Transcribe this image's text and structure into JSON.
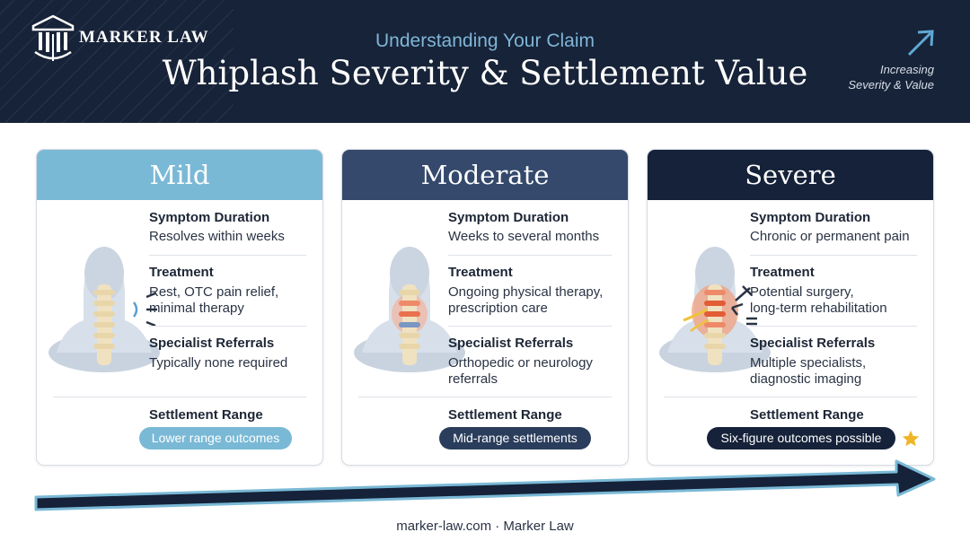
{
  "header": {
    "brand": "MARKER LAW",
    "subtitle": "Understanding Your Claim",
    "title": "Whiplash Severity & Settlement Value",
    "increasing_line1": "Increasing",
    "increasing_line2": "Severity & Value",
    "icons": [
      "pillar-logo-icon",
      "trend-arrow-icon"
    ]
  },
  "colors": {
    "header_bg": "#172338",
    "mild": "#7ab9d6",
    "moderate": "#34496b",
    "severe": "#15223a",
    "accent_star": "#f0b429"
  },
  "section_labels": {
    "duration": "Symptom Duration",
    "treatment": "Treatment",
    "referrals": "Specialist Referrals",
    "settlement": "Settlement Range"
  },
  "cards": [
    {
      "title": "Mild",
      "duration": "Resolves within weeks",
      "treatment_1": "Rest, OTC pain relief,",
      "treatment_2": "minimal therapy",
      "referrals_1": "Typically none required",
      "referrals_2": "",
      "settlement": "Lower range outcomes"
    },
    {
      "title": "Moderate",
      "duration": "Weeks to several months",
      "treatment_1": "Ongoing physical therapy,",
      "treatment_2": "prescription care",
      "referrals_1": "Orthopedic or neurology",
      "referrals_2": "referrals",
      "settlement": "Mid-range settlements"
    },
    {
      "title": "Severe",
      "duration": "Chronic or permanent pain",
      "treatment_1": "Potential surgery,",
      "treatment_2": "long-term rehabilitation",
      "referrals_1": "Multiple specialists,",
      "referrals_2": "diagnostic imaging",
      "settlement": "Six-figure outcomes possible"
    }
  ],
  "footer": "marker-law.com · Marker Law"
}
